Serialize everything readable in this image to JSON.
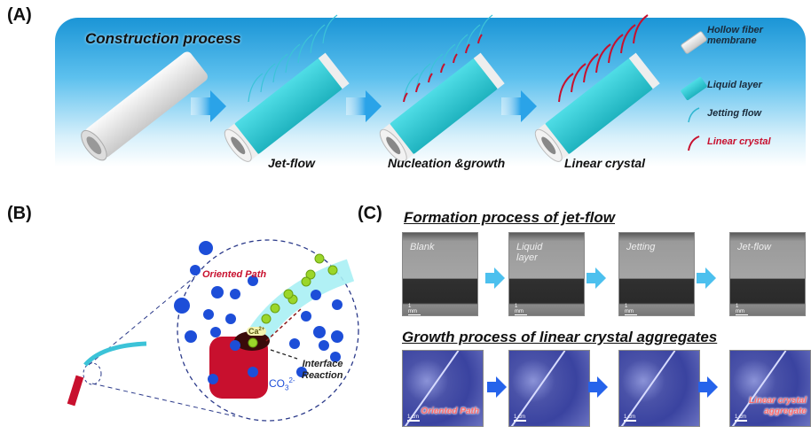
{
  "panel_a": {
    "label": "(A)",
    "title": "Construction process",
    "stages": [
      "Jet-flow",
      "Nucleation &growth",
      "Linear crystal"
    ],
    "legend": [
      {
        "text": "Hollow fiber membrane",
        "icon": "white-tube-icon"
      },
      {
        "text": "Liquid layer",
        "icon": "cyan-tube-icon"
      },
      {
        "text": "Jetting flow",
        "icon": "cyan-stroke-icon"
      },
      {
        "text": "Linear crystal",
        "icon": "red-stroke-icon",
        "color": "#c8102e"
      }
    ],
    "colors": {
      "banner": "#1b95d6",
      "liquid": "#2ec9d4",
      "crystal": "#c8102e"
    }
  },
  "panel_b": {
    "label": "(B)",
    "oriented_path": "Oriented Path",
    "ca": "Ca",
    "ca_charge": "2+",
    "co3": "CO",
    "co3_sub": "3",
    "co3_charge": "2-",
    "interface": "Interface",
    "reaction": "Reaction"
  },
  "panel_c": {
    "label": "(C)",
    "formation_title": "Formation process of jet-flow",
    "formation_images": [
      "Blank",
      "Liquid layer",
      "Jetting",
      "Jet-flow"
    ],
    "formation_scale": "1 mm",
    "growth_title": "Growth process of linear crystal aggregates",
    "growth_labels": [
      "Oriented Path",
      "",
      "",
      "Linear crystal aggregate"
    ],
    "growth_scale": "1 cm"
  }
}
